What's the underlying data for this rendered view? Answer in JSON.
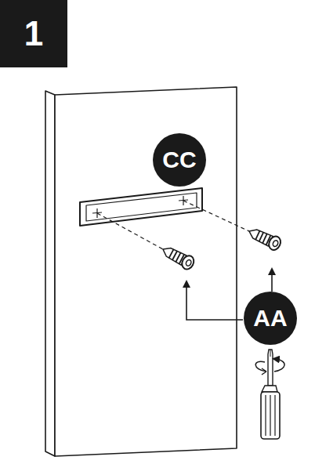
{
  "diagram": {
    "nodes": [
      {
        "text": [
          "1"
        ]
      },
      {
        "text": [
          "CC"
        ]
      },
      {
        "text": [
          "AA"
        ]
      }
    ]
  }
}
